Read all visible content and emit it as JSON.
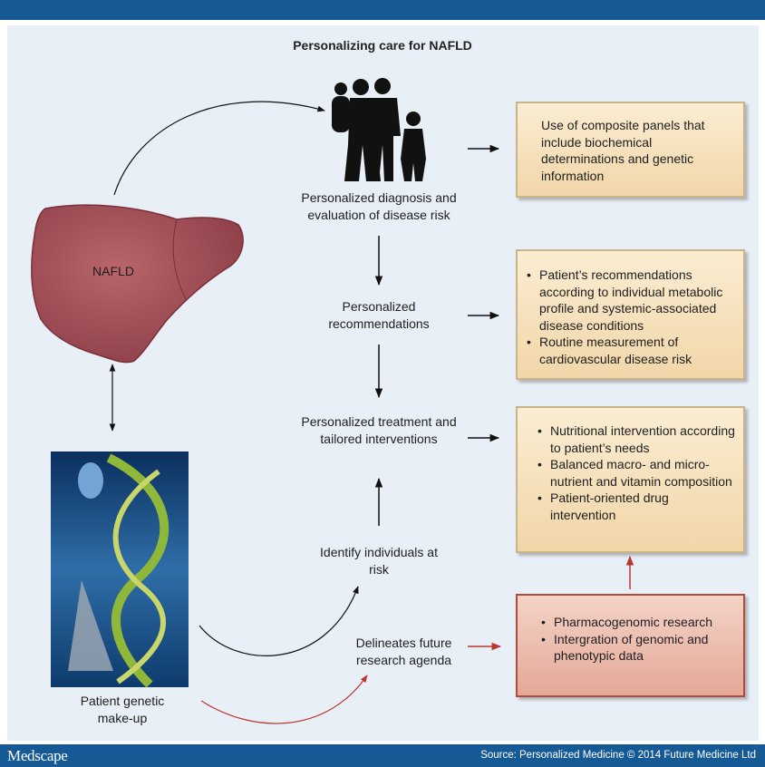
{
  "title": "Personalizing care for NAFLD",
  "liver_label": "NAFLD",
  "genetic_label": "Patient genetic make-up",
  "steps": {
    "diagnosis": "Personalized diagnosis and evaluation of disease risk",
    "recommendations": "Personalized recommendations",
    "treatment": "Personalized treatment and tailored interventions",
    "identify": "Identify individuals at risk",
    "research": "Delineates future research agenda"
  },
  "boxes": {
    "diagnosis_box": "Use of composite panels that include biochemical determinations and genetic information",
    "recommendations_box": [
      "Patient’s recommendations according to individual metabolic profile and systemic-associated disease conditions",
      "Routine measurement of cardiovascular disease risk"
    ],
    "treatment_box": [
      "Nutritional intervention according to patient’s needs",
      "Balanced macro- and micro-nutrient and vitamin composition",
      "Patient-oriented drug intervention"
    ],
    "research_box": [
      "Pharmacogenomic research",
      "Intergration of genomic and phenotypic data"
    ]
  },
  "footer": {
    "logo": "Medscape",
    "source": "Source: Personalized Medicine © 2014 Future Medicine Ltd"
  },
  "colors": {
    "brand_blue": "#155a94",
    "liver": "#a24f58",
    "box_tan": "#f6e2bf",
    "box_red": "#e9b5a6",
    "arrow_red": "#b8382f"
  }
}
